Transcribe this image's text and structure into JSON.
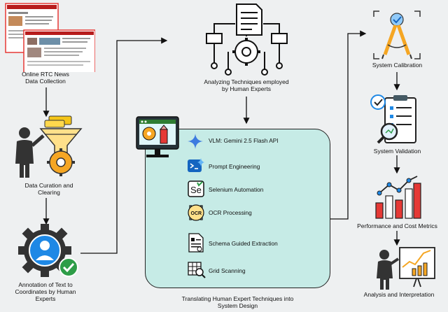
{
  "nodes": {
    "news": "Online RTC News\nData Collection",
    "curation": "Data Curation and\nClearing",
    "annotation": "Annotation of Text to\nCoordinates by Human\nExperts",
    "analyzing": "Analyzing Techniques employed\nby Human Experts",
    "translating": "Translating Human Expert Techniques into\nSystem Design",
    "calibration": "System Calibration",
    "validation": "System Validation",
    "performance": "Performance and Cost Metrics",
    "analysis": "Analysis and Interpretation"
  },
  "techniques": [
    {
      "label": "VLM: Gemini 2.5 Flash API",
      "icon": "gemini-star-icon"
    },
    {
      "label": "Prompt Engineering",
      "icon": "prompt-engineering-icon"
    },
    {
      "label": "Selenium Automation",
      "icon": "selenium-icon"
    },
    {
      "label": "OCR Processing",
      "icon": "ocr-icon"
    },
    {
      "label": "Schema Guided Extraction",
      "icon": "schema-document-icon"
    },
    {
      "label": "Grid Scanning",
      "icon": "grid-scan-icon"
    }
  ],
  "icon_text": {
    "selenium": "Se",
    "ocr": "OCR"
  },
  "colors": {
    "panel": "#c6ebe6",
    "gear": "#f5a623",
    "blue": "#1e88e5",
    "green": "#2e9d48",
    "red": "#e53935"
  }
}
